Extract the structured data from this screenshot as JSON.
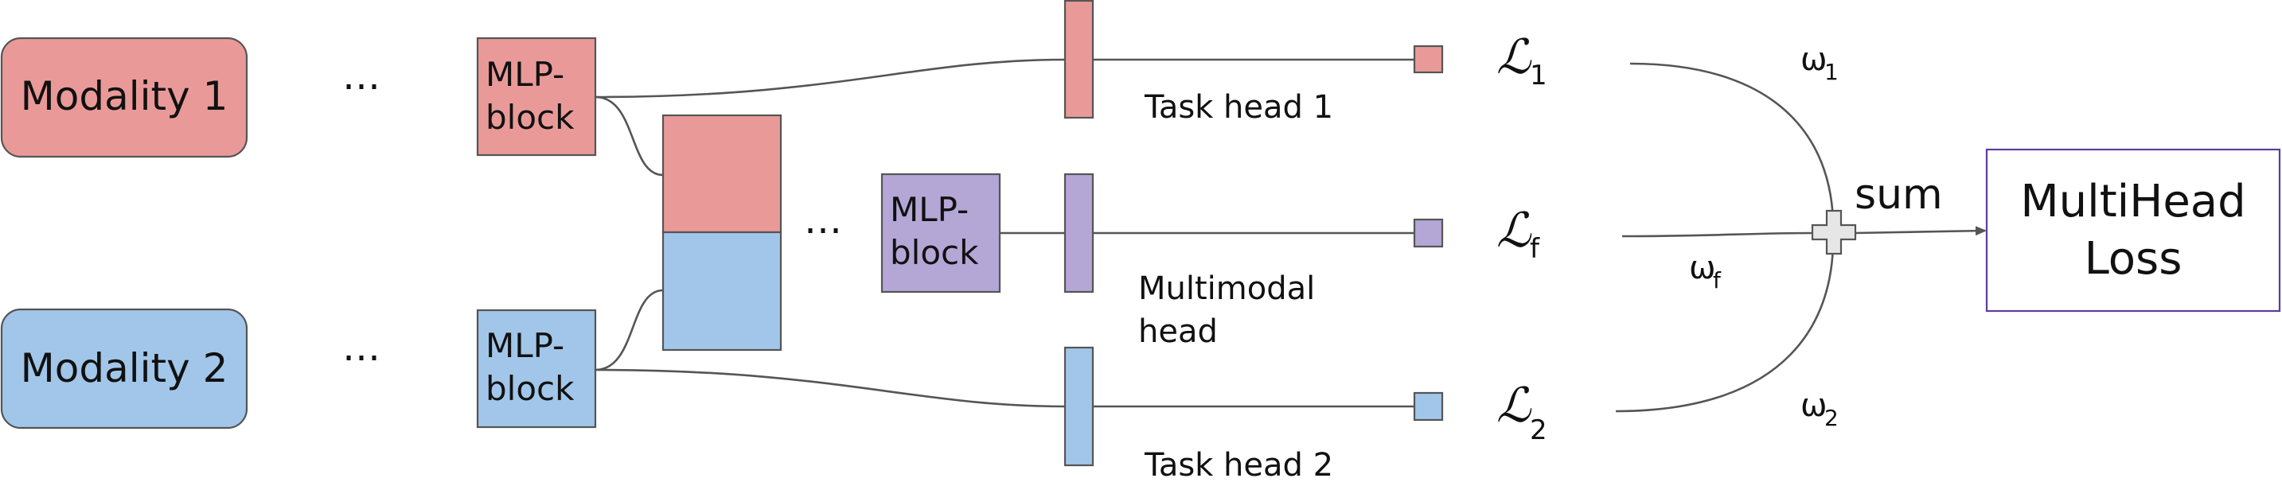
{
  "modalities": [
    {
      "label": "Modality 1",
      "color": "#e99a98"
    },
    {
      "label": "Modality 2",
      "color": "#a1c6e9"
    }
  ],
  "ellipsis": "…",
  "mlp_block": {
    "line1": "MLP-",
    "line2": "block"
  },
  "heads": {
    "task_head_1": "Task head 1",
    "multimodal_head": {
      "line1": "Multimodal",
      "line2": "head"
    },
    "task_head_2": "Task head 2"
  },
  "losses": {
    "symbol": "ℒ",
    "l1_sub": "1",
    "lf_sub": "f",
    "l2_sub": "2"
  },
  "weights": {
    "symbol": "ω",
    "w1_sub": "1",
    "wf_sub": "f",
    "w2_sub": "2"
  },
  "sum_label": "sum",
  "output": {
    "line1": "MultiHead",
    "line2": "Loss",
    "border_color": "#5b3d9e"
  },
  "colors": {
    "pink": "#e99a98",
    "blue": "#a1c6e9",
    "purple": "#b4a7d6",
    "line": "#555555"
  }
}
